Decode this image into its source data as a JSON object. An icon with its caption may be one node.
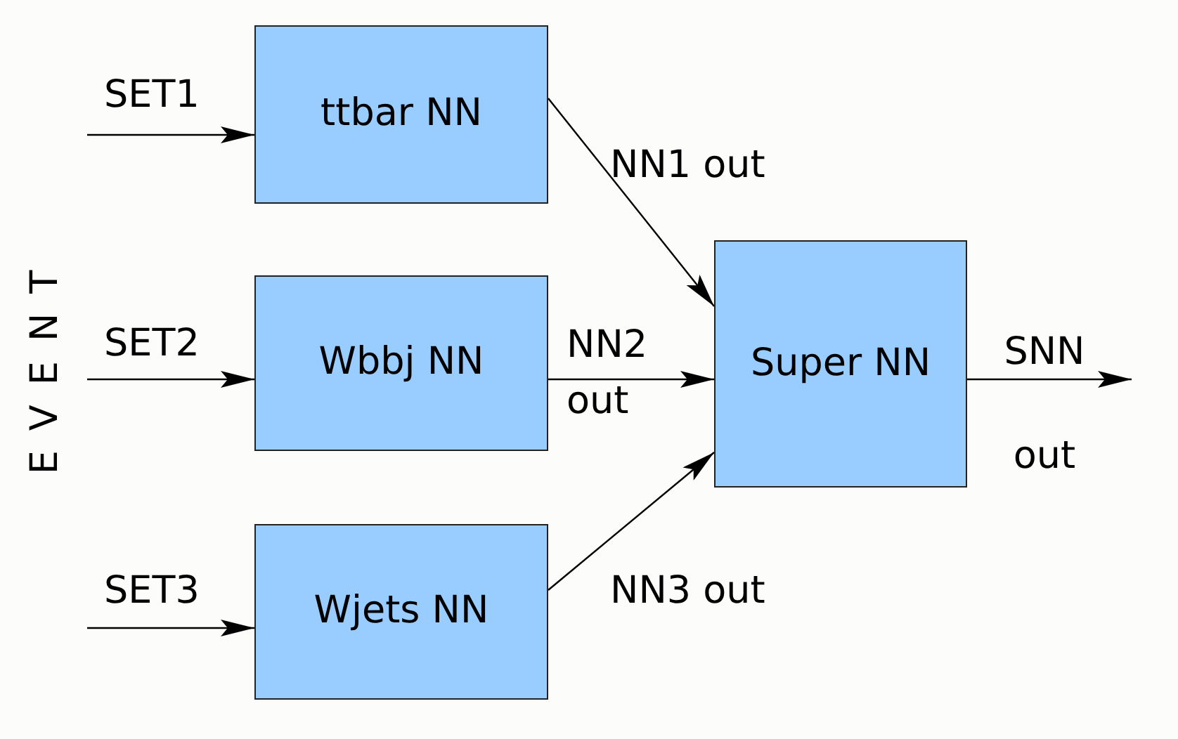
{
  "diagram": {
    "nodes": [
      {
        "text": [
          "ttbar NN"
        ]
      },
      {
        "text": [
          "Wbbj NN"
        ]
      },
      {
        "text": [
          "Wjets NN"
        ]
      },
      {
        "text": [
          "Super NN"
        ]
      }
    ],
    "edges": [
      {
        "from": null,
        "to": 0,
        "arrow": "to",
        "label": "SET1"
      },
      {
        "from": null,
        "to": 1,
        "arrow": "to",
        "label": "SET2"
      },
      {
        "from": null,
        "to": 2,
        "arrow": "to",
        "label": "SET3"
      },
      {
        "from": 0,
        "to": 3,
        "arrow": "to",
        "label": "NN1 out"
      },
      {
        "from": 1,
        "to": 3,
        "arrow": "to",
        "label": "NN2 out"
      },
      {
        "from": 2,
        "to": 3,
        "arrow": "to",
        "label": "NN3 out"
      },
      {
        "from": 3,
        "to": null,
        "arrow": "to",
        "label": "SNN out"
      }
    ],
    "labels": [
      "EVENT"
    ]
  }
}
